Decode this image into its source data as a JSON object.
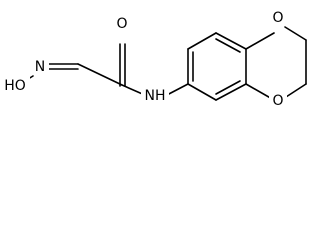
{
  "molecule": {
    "atom_labels": {
      "carbonyl_oxygen": "O",
      "amide_nitrogen": "NH",
      "oxime_nitrogen": "N",
      "hydroxyl": "HO",
      "ring_oxygen_top": "O",
      "ring_oxygen_bottom": "O"
    },
    "colors": {
      "bond": "#000000",
      "label": "#000000",
      "background": "#ffffff"
    }
  }
}
